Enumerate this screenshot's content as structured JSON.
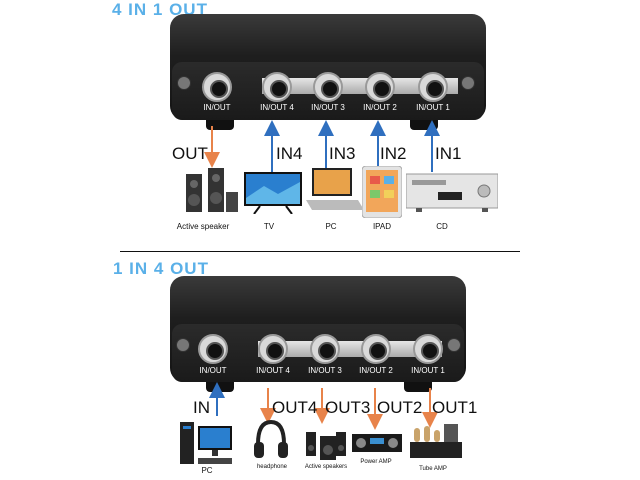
{
  "top": {
    "title": "4 IN 1 OUT",
    "ports": [
      "IN/OUT",
      "IN/OUT 4",
      "IN/OUT 3",
      "IN/OUT 2",
      "IN/OUT 1"
    ],
    "io_labels": [
      "OUT",
      "IN4",
      "IN3",
      "IN2",
      "IN1"
    ],
    "devices": [
      "Active speaker",
      "TV",
      "PC",
      "IPAD",
      "CD"
    ]
  },
  "bottom": {
    "title": "1 IN 4 OUT",
    "ports": [
      "IN/OUT",
      "IN/OUT 4",
      "IN/OUT 3",
      "IN/OUT 2",
      "IN/OUT 1"
    ],
    "io_labels": [
      "IN",
      "OUT4",
      "OUT3",
      "OUT2",
      "OUT1"
    ],
    "devices": [
      "PC",
      "headphone",
      "Active speakers",
      "Power AMP",
      "Tube AMP"
    ]
  },
  "colors": {
    "title": "#5ab0e8",
    "out_arrow": "#e8834a",
    "in_arrow": "#2f6fbf"
  }
}
